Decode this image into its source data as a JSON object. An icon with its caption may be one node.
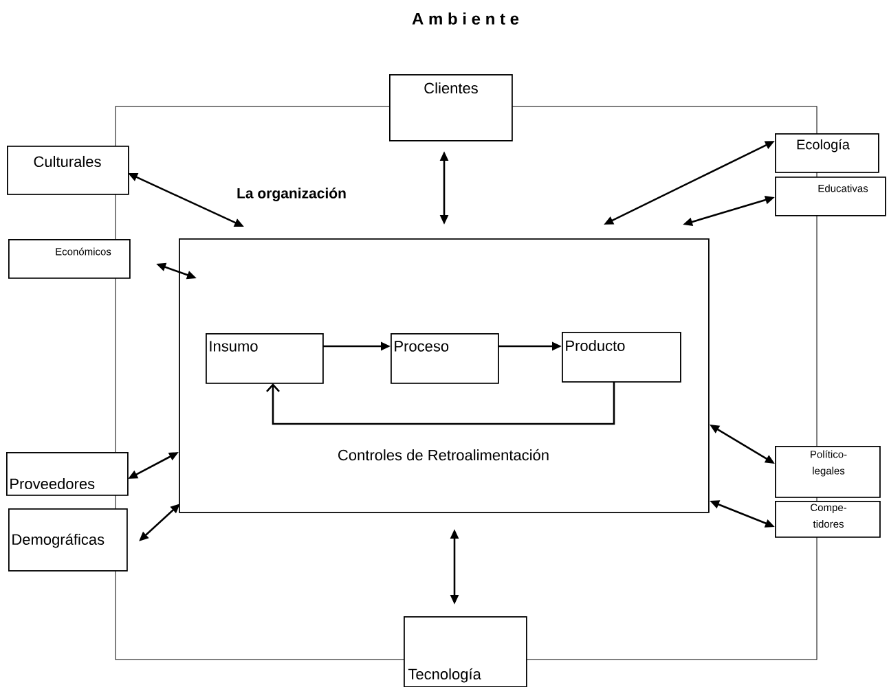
{
  "diagram": {
    "title": "A m b i e n t e",
    "nodes": [
      {
        "text": [
          "Clientes"
        ]
      },
      {
        "text": [
          "Culturales"
        ]
      },
      {
        "text": [
          "Ecología"
        ]
      },
      {
        "text": [
          "Educativas"
        ]
      },
      {
        "text": [
          "Económicos"
        ]
      },
      {
        "text": [
          "La organización"
        ]
      },
      {
        "text": [
          "Insumo"
        ],
        "in": 5
      },
      {
        "text": [
          "Proceso"
        ],
        "in": 5
      },
      {
        "text": [
          "Producto"
        ],
        "in": 5
      },
      {
        "text": [
          "Proveedores"
        ]
      },
      {
        "text": [
          "Demográficas"
        ]
      },
      {
        "text": [
          "Político-legales"
        ]
      },
      {
        "text": [
          "Compe-tidores"
        ]
      },
      {
        "text": [
          "Tecnología"
        ]
      }
    ],
    "edges": [
      {
        "from": 0,
        "to": 5,
        "arrow": "both"
      },
      {
        "from": 1,
        "to": 5,
        "arrow": "both"
      },
      {
        "from": 2,
        "to": 5,
        "arrow": "both"
      },
      {
        "from": 3,
        "to": 5,
        "arrow": "both"
      },
      {
        "from": 4,
        "to": 5,
        "arrow": "both"
      },
      {
        "from": 9,
        "to": 5,
        "arrow": "both"
      },
      {
        "from": 10,
        "to": 5,
        "arrow": "both"
      },
      {
        "from": 11,
        "to": 5,
        "arrow": "both"
      },
      {
        "from": 12,
        "to": 5,
        "arrow": "both"
      },
      {
        "from": 13,
        "to": 5,
        "arrow": "both"
      },
      {
        "from": 6,
        "to": 7,
        "arrow": "to"
      },
      {
        "from": 7,
        "to": 8,
        "arrow": "to"
      },
      {
        "from": 8,
        "to": 6,
        "arrow": "to",
        "label": "Controles de Retroalimentación"
      }
    ]
  }
}
